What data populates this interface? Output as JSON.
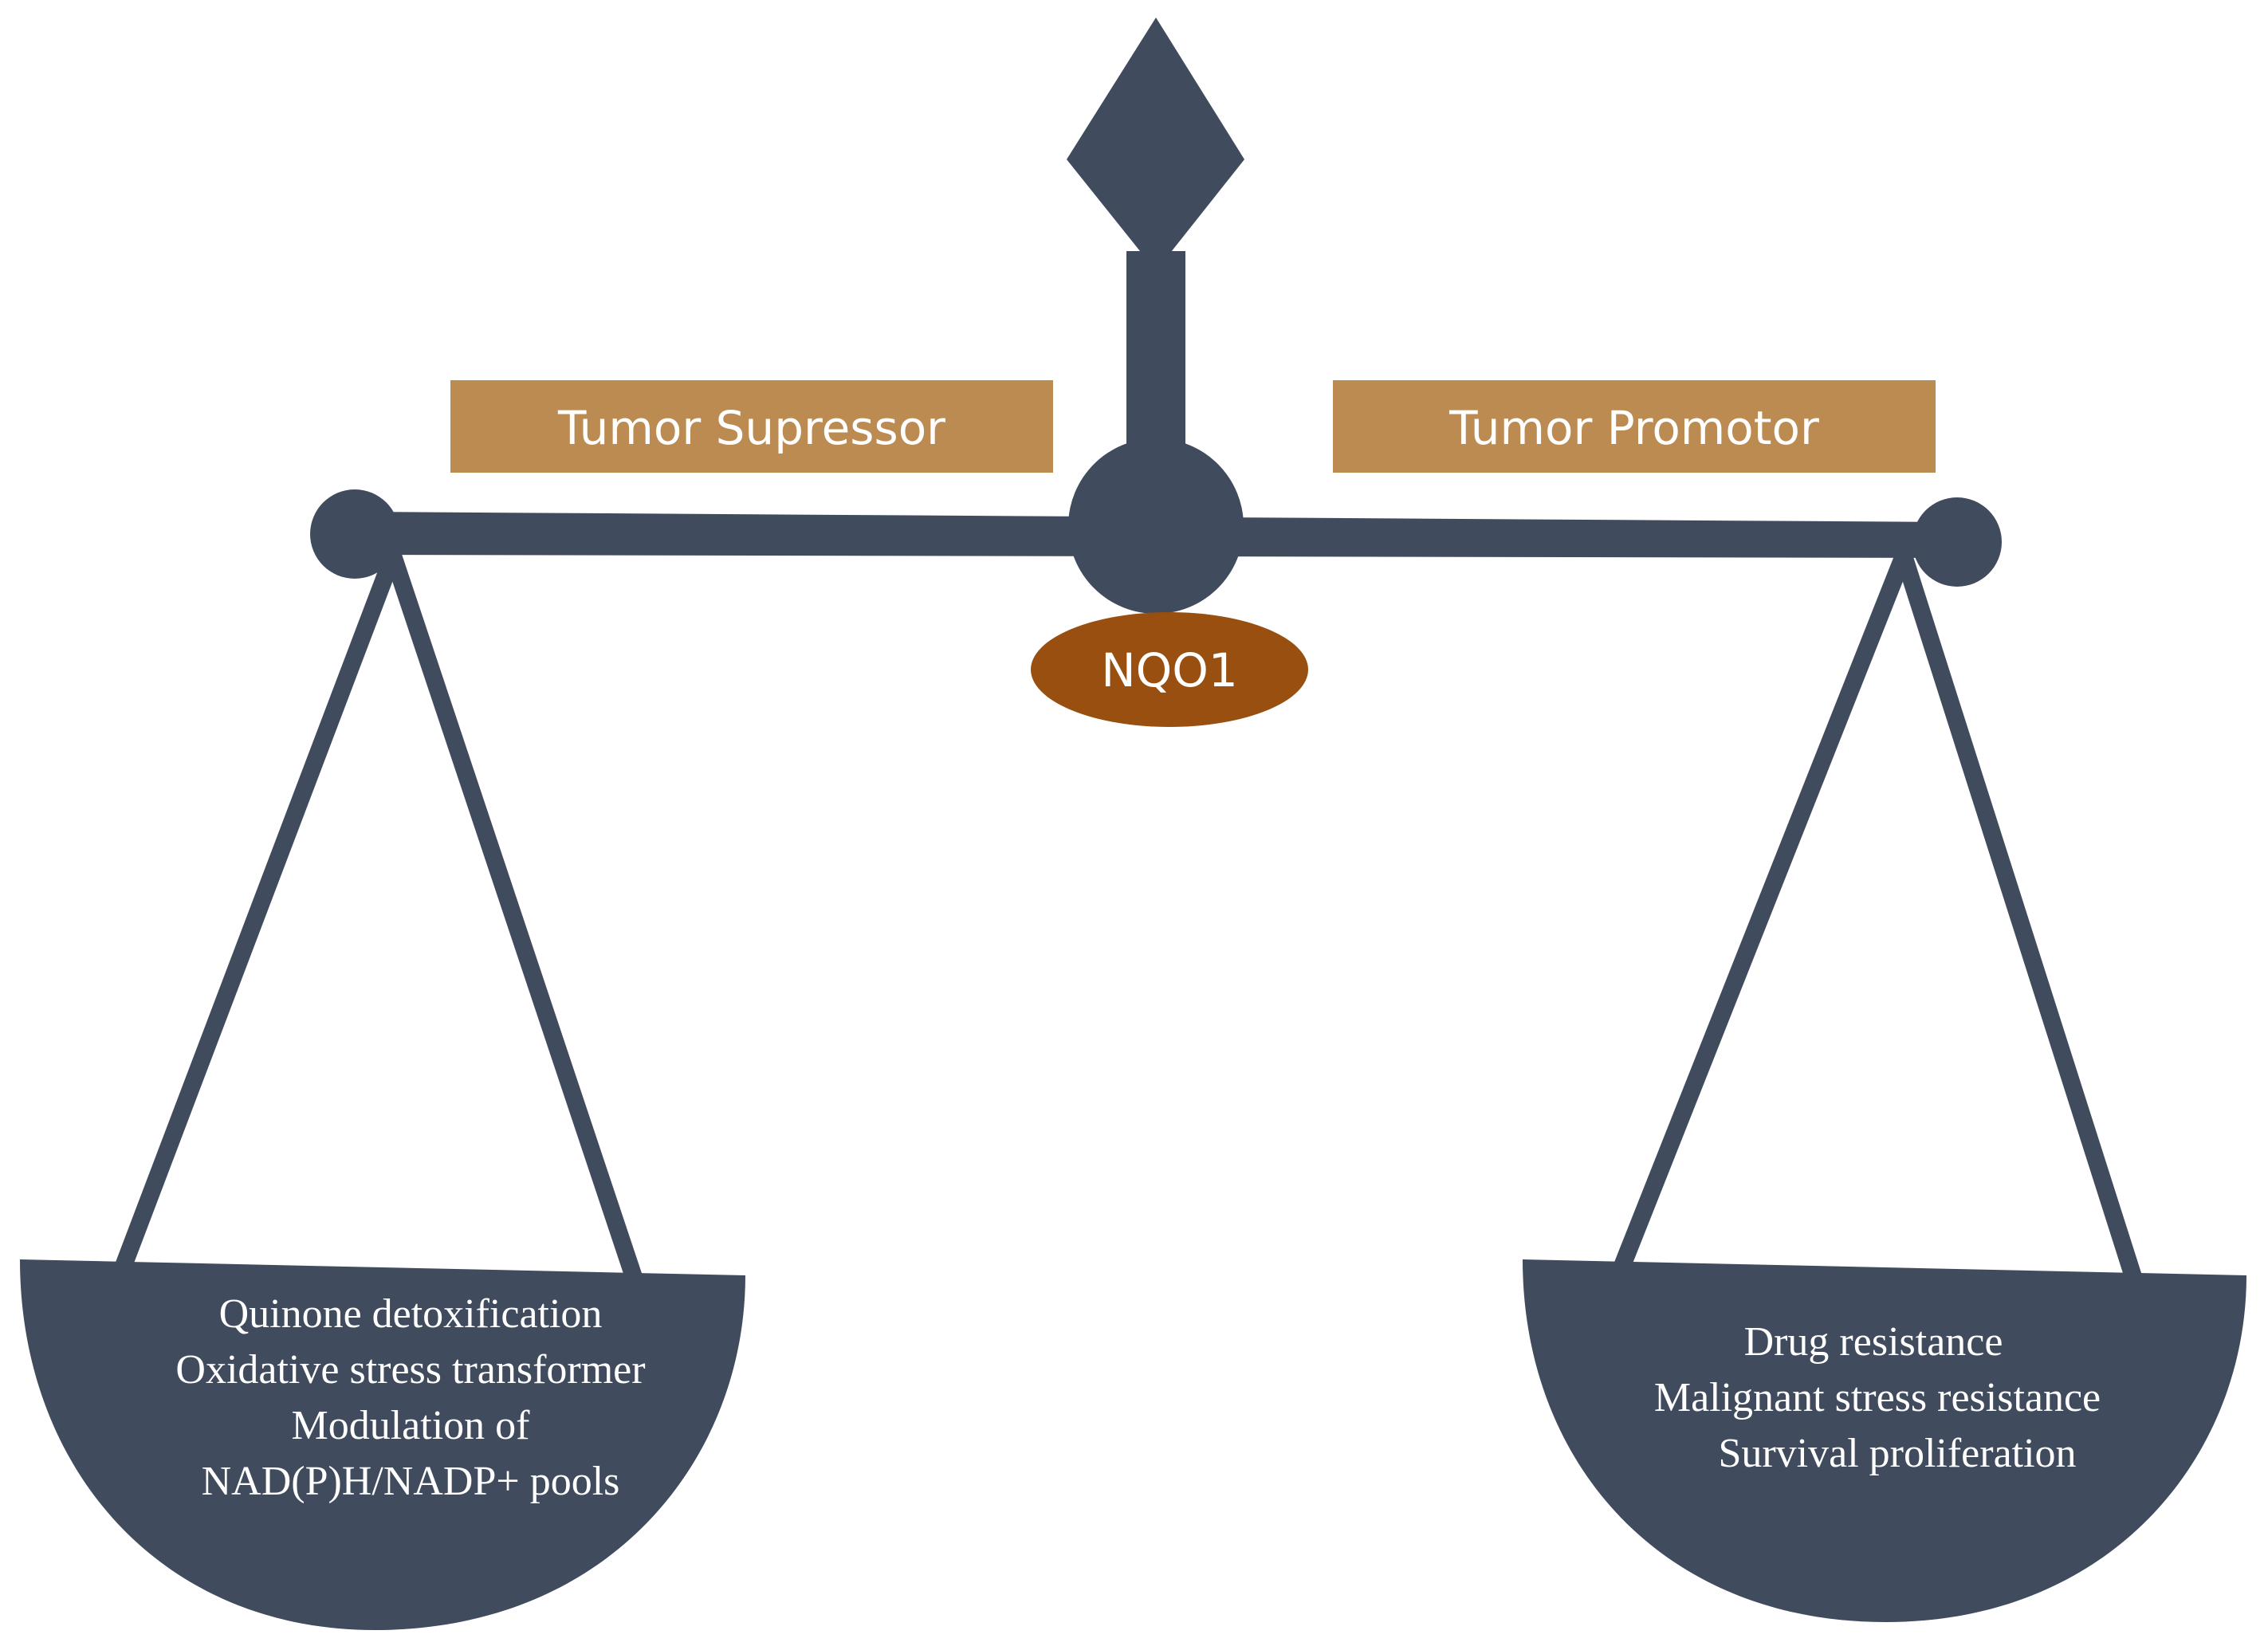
{
  "diagram": {
    "center_label": "NQO1",
    "left_label": "Tumor Supressor",
    "right_label": "Tumor Promotor",
    "left_pan_lines": [
      "Quinone detoxification",
      "Oxidative stress transformer",
      "Modulation of",
      "NAD(P)H/NADP+ pools"
    ],
    "right_pan_lines": [
      "Drug resistance",
      "Malignant stress resistance",
      "Survival proliferation"
    ],
    "colors": {
      "scale": "#404b5e",
      "label_box": "#bb8b52",
      "center_oval": "#984f10",
      "text": "#ffffff"
    }
  }
}
